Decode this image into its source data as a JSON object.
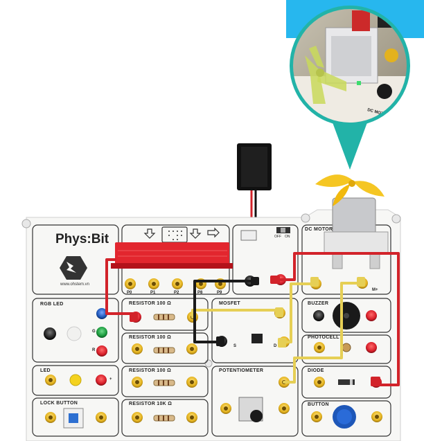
{
  "board": {
    "brand": "Phys:Bit",
    "website": "www.ohstem.vn",
    "sections": {
      "rgb_led": "RGB LED",
      "led": "LED",
      "lock_button": "LOCK BUTTON",
      "resistor_1": "RESISTOR 100 Ω",
      "resistor_2": "RESISTOR 100 Ω",
      "resistor_3": "RESISTOR 100 Ω",
      "resistor_4": "RESISTOR 10K Ω",
      "mosfet": "MOSFET",
      "potentiometer": "POTENTIOMETER",
      "dc_motor": "DC MOTOR",
      "buzzer": "BUZZER",
      "photocell": "PHOTOCELL",
      "diode": "DIODE",
      "button": "BUTTON"
    },
    "pins": [
      "P0",
      "P1",
      "P2",
      "P8",
      "P9"
    ],
    "rgb_pins": [
      "G",
      "R"
    ],
    "mosfet_pins": [
      "S",
      "D"
    ],
    "switch_labels": [
      "OFF",
      "ON"
    ],
    "motor_polarity": "M+",
    "plus_sign": "+"
  },
  "inset": {
    "motor_label": "DC MOTOR"
  },
  "colors": {
    "board_white": "#f7f7f5",
    "jack_gold": "#e3b21e",
    "jack_red": "#d81f2a",
    "jack_green": "#1a9a3c",
    "jack_blue": "#1e57b8",
    "wire_red": "#d2232a",
    "wire_yellow": "#e6cf55",
    "wire_black": "#1a1a1a",
    "microbit_red": "#e2262e",
    "callout_teal": "#22b3a8"
  }
}
